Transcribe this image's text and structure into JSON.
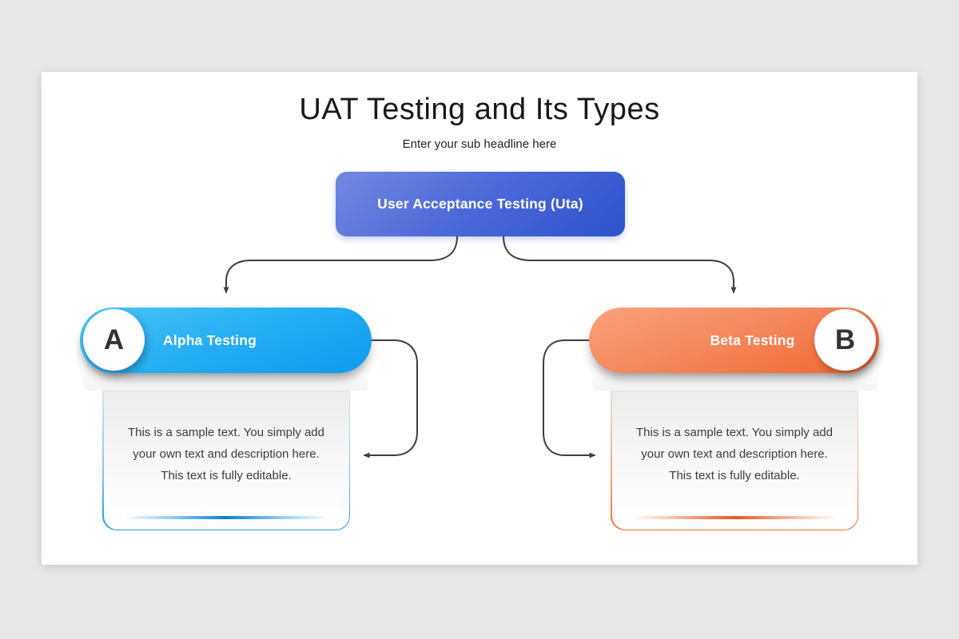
{
  "slide": {
    "title": "UAT Testing and Its Types",
    "subtitle": "Enter your sub headline here",
    "page_background": "#e8e7e7",
    "canvas_background": "#ffffff",
    "connector_color": "#3d3d3d"
  },
  "root": {
    "label": "User Acceptance Testing (Uta)",
    "gradient_start": "#7389e1",
    "gradient_end": "#2e53cd",
    "text_color": "#ffffff"
  },
  "branches": [
    {
      "letter": "A",
      "label": "Alpha Testing",
      "description": "This is a sample text. You simply add your own text and description here. This text is fully editable.",
      "gradient_start": "#4cc5f8",
      "gradient_end": "#0e9af0",
      "accent": "#149af2"
    },
    {
      "letter": "B",
      "label": "Beta Testing",
      "description": "This is a sample text. You simply add your own text and description here. This text is fully editable.",
      "gradient_start": "#f9a17c",
      "gradient_end": "#f0662f",
      "accent": "#f0662f"
    }
  ]
}
